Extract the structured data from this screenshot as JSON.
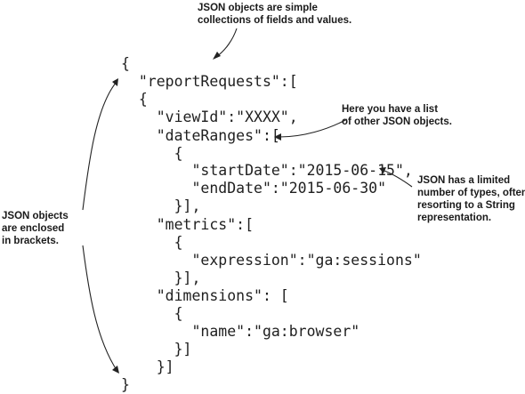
{
  "code_lines": [
    "{",
    "  \"reportRequests\":[",
    "  {",
    "    \"viewId\":\"XXXX\",",
    "    \"dateRanges\":[",
    "      {",
    "        \"startDate\":\"2015-06-15\",",
    "        \"endDate\":\"2015-06-30\"",
    "      }],",
    "    \"metrics\":[",
    "      {",
    "        \"expression\":\"ga:sessions\"",
    "      }],",
    "    \"dimensions\": [",
    "      {",
    "        \"name\":\"ga:browser\"",
    "      }]",
    "    }]",
    "}"
  ],
  "annotations": {
    "top": "JSON objects are simple\ncollections of fields and values.",
    "list": "Here you have a list\nof other JSON objects.",
    "types": "JSON has a limited\nnumber of types, often\nresorting to a String\nrepresentation.",
    "brackets": "JSON objects\nare enclosed\nin brackets."
  }
}
